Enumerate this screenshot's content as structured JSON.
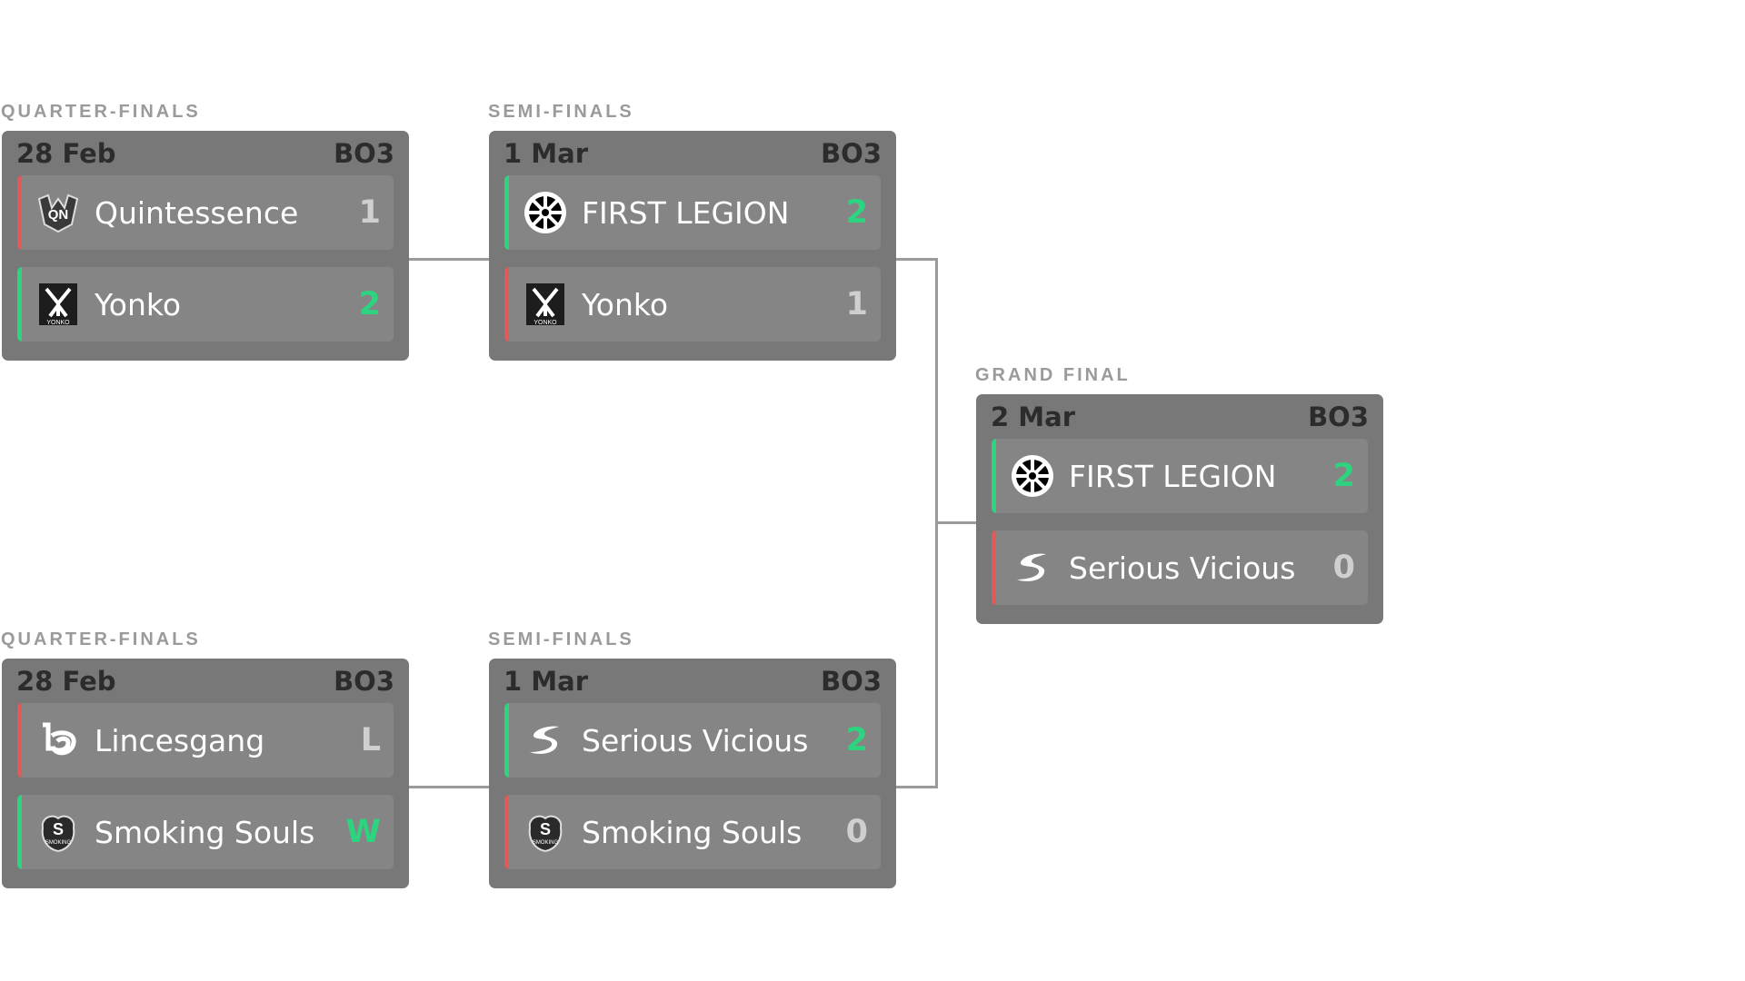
{
  "colors": {
    "panel": "#787878",
    "row": "#858585",
    "win": "#2dd37f",
    "lose": "#e05a5a",
    "label": "#9a9a9a"
  },
  "stages": {
    "qf_top": "QUARTER-FINALS",
    "sf_top": "SEMI-FINALS",
    "grand_final": "GRAND FINAL",
    "qf_bottom": "QUARTER-FINALS",
    "sf_bottom": "SEMI-FINALS"
  },
  "matches": {
    "qf1": {
      "date": "28 Feb",
      "format": "BO3",
      "teams": [
        {
          "name": "Quintessence",
          "score": "1",
          "result": "lose",
          "logo": "quintessence-logo"
        },
        {
          "name": "Yonko",
          "score": "2",
          "result": "win",
          "logo": "yonko-logo"
        }
      ]
    },
    "sf1": {
      "date": "1 Mar",
      "format": "BO3",
      "teams": [
        {
          "name": "FIRST LEGION",
          "score": "2",
          "result": "win",
          "logo": "first-legion-logo"
        },
        {
          "name": "Yonko",
          "score": "1",
          "result": "lose",
          "logo": "yonko-logo"
        }
      ]
    },
    "gf": {
      "date": "2 Mar",
      "format": "BO3",
      "teams": [
        {
          "name": "FIRST LEGION",
          "score": "2",
          "result": "win",
          "logo": "first-legion-logo"
        },
        {
          "name": "Serious Vicious",
          "score": "0",
          "result": "lose",
          "logo": "serious-vicious-logo"
        }
      ]
    },
    "qf2": {
      "date": "28 Feb",
      "format": "BO3",
      "teams": [
        {
          "name": "Lincesgang",
          "score": "L",
          "result": "lose",
          "logo": "lincesgang-logo"
        },
        {
          "name": "Smoking Souls",
          "score": "W",
          "result": "win",
          "logo": "smoking-souls-logo"
        }
      ]
    },
    "sf2": {
      "date": "1 Mar",
      "format": "BO3",
      "teams": [
        {
          "name": "Serious Vicious",
          "score": "2",
          "result": "win",
          "logo": "serious-vicious-logo"
        },
        {
          "name": "Smoking Souls",
          "score": "0",
          "result": "lose",
          "logo": "smoking-souls-logo"
        }
      ]
    }
  }
}
